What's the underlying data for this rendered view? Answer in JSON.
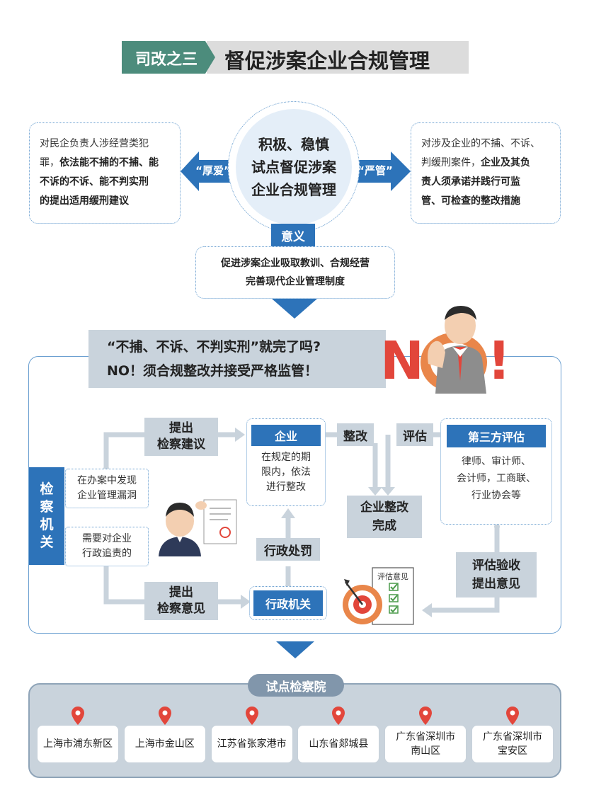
{
  "header": {
    "tag": "司改之三",
    "title": "督促涉案企业合规管理"
  },
  "center_circle": {
    "lines": [
      "积极、稳慎",
      "试点督促涉案",
      "企业合规管理"
    ]
  },
  "left_arrow_label": "“厚爱”",
  "right_arrow_label": "“严管”",
  "left_box": {
    "line1": "对民企负责人涉经营类犯",
    "line2_plain": "罪，",
    "line2_bold": "依法能不捕的不捕、能",
    "line3": "不诉的不诉、能不判实刑",
    "line4": "的提出适用缓刑建议"
  },
  "right_box": {
    "line1": "对涉及企业的不捕、不诉、",
    "line2_plain": "判缓刑案件，",
    "line2_bold": "企业及其负",
    "line3": "责人须承诺并践行可监",
    "line4": "管、可检查的整改措施"
  },
  "meaning": {
    "label": "意义",
    "line1": "促进涉案企业吸取教训、合规经营",
    "line2": "完善现代企业管理制度"
  },
  "banner": {
    "line1": "“不捕、不诉、不判实刑”就完了吗?",
    "line2": "NO！须合规整改并接受严格监管！",
    "no_text": "N",
    "excl": "!"
  },
  "flow": {
    "side_label": [
      "检",
      "察",
      "机",
      "关"
    ],
    "found_issue": [
      "在办案中发现",
      "企业管理漏洞"
    ],
    "admin_liability": [
      "需要对企业",
      "行政追责的"
    ],
    "suggest_proposal": [
      "提出",
      "检察建议"
    ],
    "suggest_opinion": [
      "提出",
      "检察意见"
    ],
    "enterprise_head": "企业",
    "enterprise_body": [
      "在规定的期",
      "限内，依法",
      "进行整改"
    ],
    "rectify": "整改",
    "evaluate": "评估",
    "third_party_head": "第三方评估",
    "third_party_body": [
      "律师、审计师、",
      "会计师，工商联、",
      "行业协会等"
    ],
    "done": [
      "企业整改",
      "完成"
    ],
    "admin_penalty": "行政处罚",
    "admin_agency": "行政机关",
    "accept": [
      "评估验收",
      "提出意见"
    ],
    "doc_label": "评估意见"
  },
  "pilots": {
    "title": "试点检察院",
    "cities": [
      [
        "上海市浦东新区"
      ],
      [
        "上海市金山区"
      ],
      [
        "江苏省张家港市"
      ],
      [
        "山东省郯城县"
      ],
      [
        "广东省深圳市",
        "南山区"
      ],
      [
        "广东省深圳市",
        "宝安区"
      ]
    ]
  },
  "colors": {
    "blue": "#2d73b9",
    "teal": "#4c8c7c",
    "grey_panel": "#c9d3dc",
    "red": "#e2463b",
    "orange": "#e9864a"
  }
}
